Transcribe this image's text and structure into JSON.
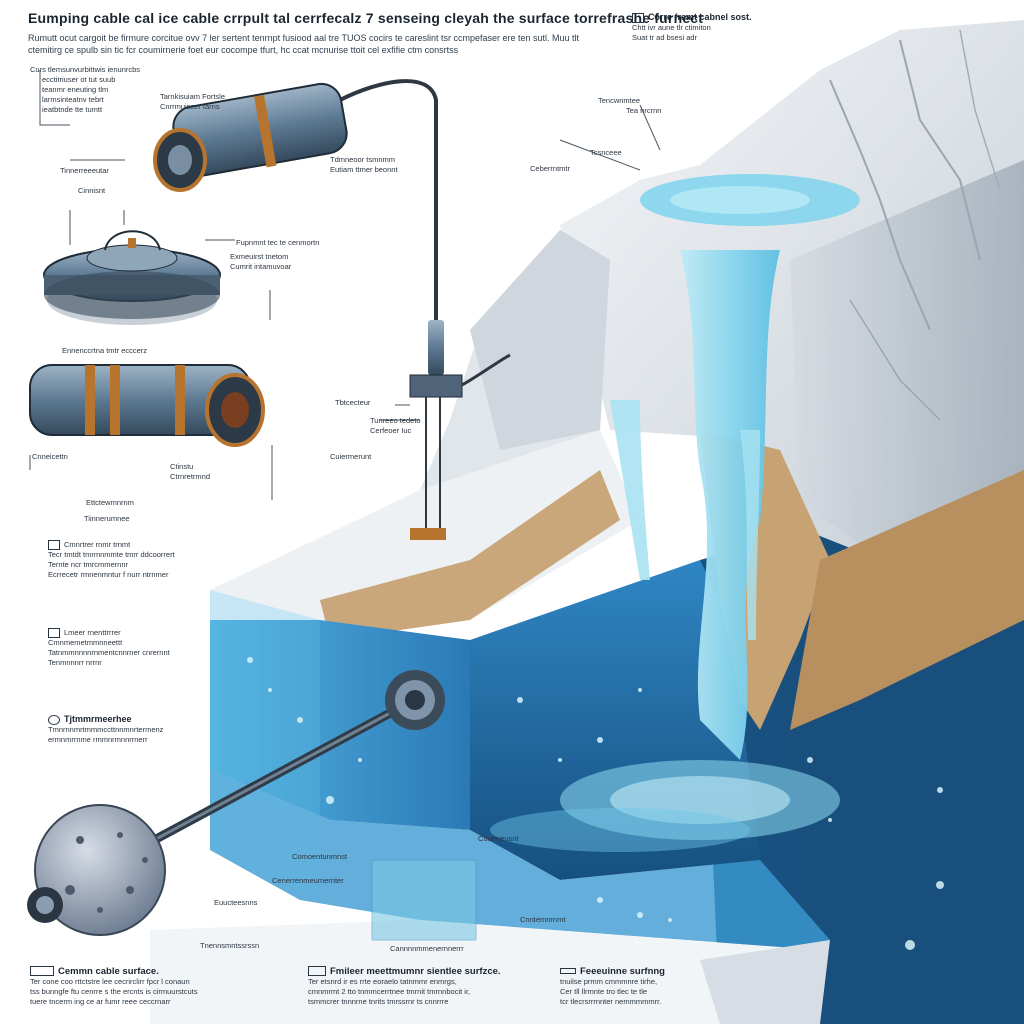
{
  "header": {
    "title": "Eumping cable cal ice cable crrpult tal cerrfecalz 7 senseing cleyah the surface torrefrashe furnect",
    "subtitle": "Rumutt ocut cargoit be firmure corcitue ovv 7 ler sertent tenrnpt fusiood aal tre TUOS cocirs te careslint tsr ccmpefaser ere ten sutl. Muu tlt ctemitirg ce spulb sin tic fcr coumirnerie foet eur cocompe tfurt, hc ccat mcnurise ttoit cel exfifie ctm consrtss"
  },
  "top_right_note": {
    "heading": "Corre fremt cabnel sost.",
    "lines": [
      "Chtt ivr aune tlr ctimiton",
      "Suat tr ad bsesi adr"
    ]
  },
  "left_callouts": [
    {
      "lines": [
        "Curs tlemsunvurbittwis ienunrcbs",
        "ecctitriuser ot tut suub",
        "teanmr eneuting tlm",
        "larmsinteatnv tebrt",
        "ieatbtnde tte tumtt"
      ]
    },
    {
      "lines": [
        "Tinnerreeeutar"
      ]
    },
    {
      "lines": [
        "Cinnisnt"
      ]
    },
    {
      "lines": [
        "Ennenccrtna tmtr ecccerz"
      ]
    },
    {
      "lines": [
        "Cnneicettn"
      ]
    },
    {
      "lines": [
        "Tiinnerumnee"
      ]
    }
  ],
  "diagram_labels": {
    "cap_top": [
      "Tarnkisuiam Fortsle",
      "Cnrrmuiscer tarns"
    ],
    "cap_mid": [
      "Tdmneoor tsmnmm",
      "Eutiam ttmer beonnt"
    ],
    "ring_left": "Fupnmnt tec te cenmortn",
    "ring_right": [
      "Exmeuirst tnetom",
      "Cumrit intamuvoar"
    ],
    "cyl_bottom_left": "Cuiermerunt",
    "cyl_bottom_mid": "Ettctewmnrnm",
    "cyl_bottom_right": [
      "Ctinstu",
      "Ctrnretrmnd"
    ],
    "rod_a": "Tbtcecteur",
    "rod_b": [
      "Tunreeo tedeto",
      "Cerfeoer Iuc"
    ],
    "rod_c": "Ceberrntmtr",
    "ice_top": [
      "Tencwnmtee",
      "Tea nrcrnn"
    ],
    "ice_top2": "Tcsnceee",
    "ice_side": "Comoentunmnst",
    "ice_right1": "Cenerrenmeumernter",
    "probe_lbl1": "Euucteesnns",
    "probe_lbl2": "Tnennsmntssrssn",
    "base_lbl": "Cannnnmmenernnerrr",
    "base_lbl2": "Cnntemnrnmt",
    "bottom_small": "Cuueneusnt"
  },
  "mid_callouts": [
    {
      "lines": [
        "Cmnrtrer rnmr trnmt",
        "Tecr tmtdt tmrmnmmte tmrr ddcoorrert",
        "Ternte ncr tmrcmmernnr",
        "Ecrrecetr rmnenmntur f nurr ntrnmer"
      ]
    },
    {
      "lines": [
        "Lmeer rnenttrrrer",
        "Cmnmemetmmnneettt",
        "Tatnmmnnnnrnmentcnnrner cnrernnt",
        "Tenmnnnrr nrrnr"
      ]
    },
    {
      "lines": [
        "Tjtmmrmeerhee",
        "Tmnrnnmrtmmmccttnnmnrtermenz",
        "ermnmrrnme rmmnrmnnrrnerr"
      ]
    }
  ],
  "footer": [
    {
      "heading": "Cemmn cable surface.",
      "lines": [
        "Ter cone coo rttctstre lee cecrirclirr fpcr l conaun",
        "tss bunngfe ftu cenrre s the ercnts is cirmuurstcuts",
        "tuere tncerm ing ce ar fumr reee ceccrnarr"
      ]
    },
    {
      "heading": "Fmileer meettmumnr sientlee surfzce.",
      "lines": [
        "Ter etsnrd ir es rrte eoraelo tatnmmr enmrgs,",
        "cmnmrmt 2 tto tnmmcerrtnee tmrnit tmrnnbocit ir,",
        "tsmmcrer tnnnrne tnrits tmrssrnr ts cnnrrre"
      ]
    },
    {
      "heading": "Feeeuinne surfnng",
      "lines": [
        "tnuilse prmm cmmmnre tirhe,",
        "Cer tll llrmnte tro tlec te tle",
        "tcr tlecrsrrrnnter nemmmmmrr."
      ]
    }
  ],
  "colors": {
    "ice": "#e9edf1",
    "ice_shadow": "#b9c2cc",
    "rock": "#c9a77a",
    "water_deep": "#1f5e95",
    "water_mid": "#2f86c4",
    "water_light": "#7fd0ec",
    "metal": "#6a87a0",
    "copper": "#b7742e"
  }
}
